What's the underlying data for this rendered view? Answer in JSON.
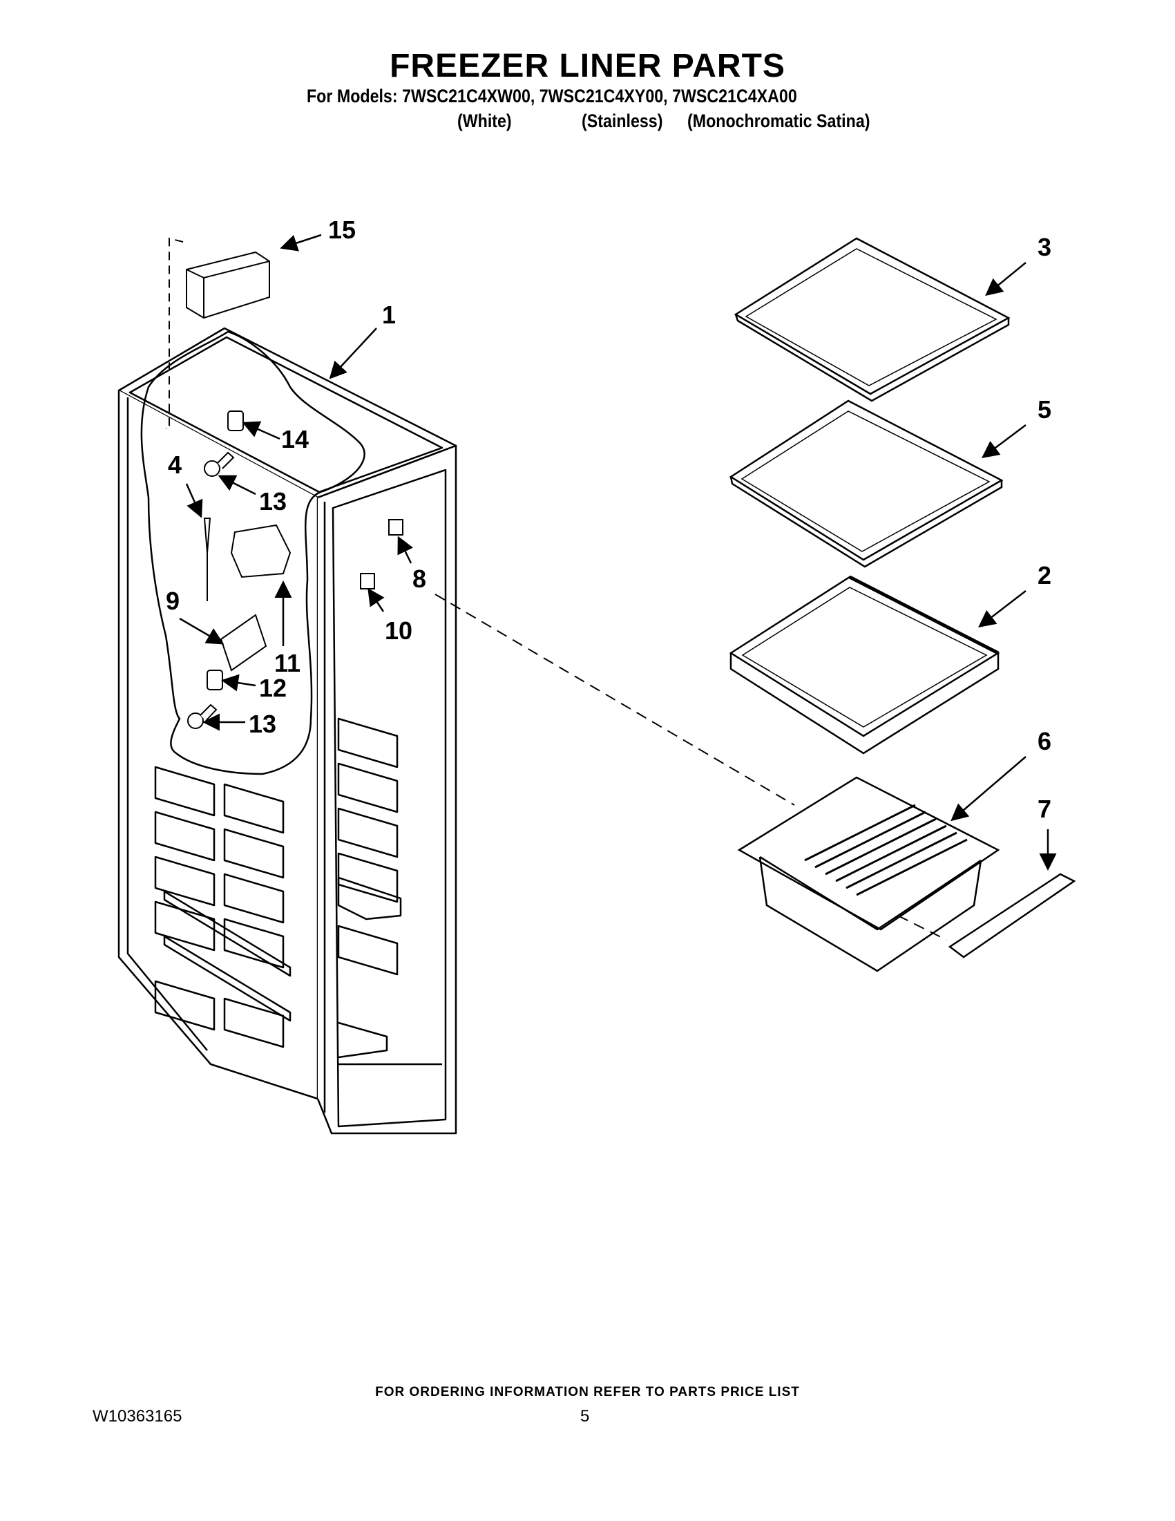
{
  "header": {
    "title": "FREEZER LINER PARTS",
    "models_line": "For Models: 7WSC21C4XW00, 7WSC21C4XY00, 7WSC21C4XA00",
    "variants": [
      "(White)",
      "(Stainless)",
      "(Monochromatic Satina)"
    ]
  },
  "diagram": {
    "callouts": [
      "15",
      "1",
      "14",
      "4",
      "13",
      "11",
      "9",
      "12",
      "13",
      "8",
      "10",
      "3",
      "5",
      "2",
      "6",
      "7"
    ]
  },
  "footer": {
    "note": "FOR ORDERING INFORMATION REFER TO PARTS PRICE LIST",
    "doc_number": "W10363165",
    "page_number": "5"
  }
}
